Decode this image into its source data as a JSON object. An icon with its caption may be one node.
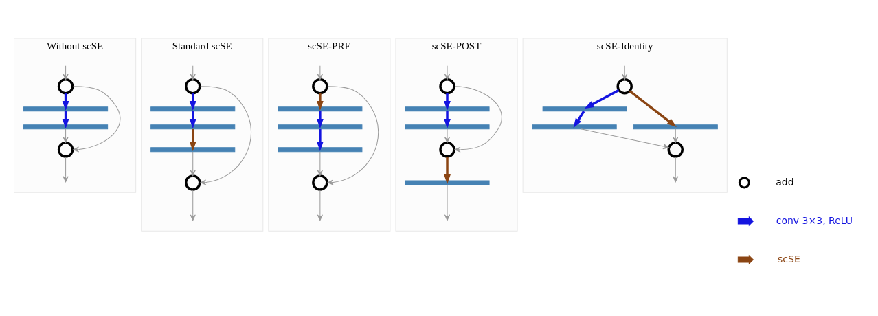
{
  "diagram": {
    "nodes": [
      {
        "text": [
          "Without scSE"
        ]
      },
      {
        "text": [],
        "shape": "circle",
        "in": 0
      },
      {
        "text": [],
        "shape": "bar",
        "in": 0
      },
      {
        "text": [],
        "shape": "bar",
        "in": 0
      },
      {
        "text": [],
        "shape": "circle",
        "in": 0
      },
      {
        "text": [
          "Standard scSE"
        ]
      },
      {
        "text": [],
        "shape": "circle",
        "in": 5
      },
      {
        "text": [],
        "shape": "bar",
        "in": 5
      },
      {
        "text": [],
        "shape": "bar",
        "in": 5
      },
      {
        "text": [],
        "shape": "bar",
        "in": 5
      },
      {
        "text": [],
        "shape": "circle",
        "in": 5
      },
      {
        "text": [
          "scSE-PRE"
        ]
      },
      {
        "text": [],
        "shape": "circle",
        "in": 11
      },
      {
        "text": [],
        "shape": "bar",
        "in": 11
      },
      {
        "text": [],
        "shape": "bar",
        "in": 11
      },
      {
        "text": [],
        "shape": "bar",
        "in": 11
      },
      {
        "text": [],
        "shape": "circle",
        "in": 11
      },
      {
        "text": [
          "scSE-POST"
        ]
      },
      {
        "text": [],
        "shape": "circle",
        "in": 17
      },
      {
        "text": [],
        "shape": "bar",
        "in": 17
      },
      {
        "text": [],
        "shape": "bar",
        "in": 17
      },
      {
        "text": [],
        "shape": "circle",
        "in": 17
      },
      {
        "text": [],
        "shape": "bar",
        "in": 17
      },
      {
        "text": [
          "scSE-Identity"
        ]
      },
      {
        "text": [],
        "shape": "circle",
        "in": 23
      },
      {
        "text": [],
        "shape": "bar",
        "in": 23
      },
      {
        "text": [],
        "shape": "bar",
        "in": 23
      },
      {
        "text": [],
        "shape": "bar",
        "in": 23
      },
      {
        "text": [],
        "shape": "circle",
        "in": 23
      }
    ],
    "edges": [
      {
        "from": null,
        "to": 1,
        "arrow": "to"
      },
      {
        "from": 1,
        "to": 2,
        "arrow": "to",
        "style": "thick",
        "color": "#1414e0"
      },
      {
        "from": 2,
        "to": 3,
        "arrow": "to",
        "style": "thick",
        "color": "#1414e0"
      },
      {
        "from": 3,
        "to": 4,
        "arrow": "to"
      },
      {
        "from": 1,
        "to": 4,
        "arrow": "to"
      },
      {
        "from": 4,
        "to": null,
        "arrow": "to"
      },
      {
        "from": null,
        "to": 6,
        "arrow": "to"
      },
      {
        "from": 6,
        "to": 7,
        "arrow": "to",
        "style": "thick",
        "color": "#1414e0"
      },
      {
        "from": 7,
        "to": 8,
        "arrow": "to",
        "style": "thick",
        "color": "#1414e0"
      },
      {
        "from": 8,
        "to": 9,
        "arrow": "to",
        "style": "thick",
        "color": "#8b4513"
      },
      {
        "from": 9,
        "to": 10,
        "arrow": "to"
      },
      {
        "from": 6,
        "to": 10,
        "arrow": "to"
      },
      {
        "from": 10,
        "to": null,
        "arrow": "to"
      },
      {
        "from": null,
        "to": 12,
        "arrow": "to"
      },
      {
        "from": 12,
        "to": 13,
        "arrow": "to",
        "style": "thick",
        "color": "#8b4513"
      },
      {
        "from": 13,
        "to": 14,
        "arrow": "to",
        "style": "thick",
        "color": "#1414e0"
      },
      {
        "from": 14,
        "to": 15,
        "arrow": "to",
        "style": "thick",
        "color": "#1414e0"
      },
      {
        "from": 15,
        "to": 16,
        "arrow": "to"
      },
      {
        "from": 12,
        "to": 16,
        "arrow": "to"
      },
      {
        "from": 16,
        "to": null,
        "arrow": "to"
      },
      {
        "from": null,
        "to": 18,
        "arrow": "to"
      },
      {
        "from": 18,
        "to": 19,
        "arrow": "to",
        "style": "thick",
        "color": "#1414e0"
      },
      {
        "from": 19,
        "to": 20,
        "arrow": "to",
        "style": "thick",
        "color": "#1414e0"
      },
      {
        "from": 20,
        "to": 21,
        "arrow": "to"
      },
      {
        "from": 18,
        "to": 21,
        "arrow": "to"
      },
      {
        "from": 21,
        "to": 22,
        "arrow": "to",
        "style": "thick",
        "color": "#8b4513"
      },
      {
        "from": 22,
        "to": null,
        "arrow": "to"
      },
      {
        "from": null,
        "to": 24,
        "arrow": "to"
      },
      {
        "from": 24,
        "to": 25,
        "arrow": "to",
        "style": "thick",
        "color": "#1414e0"
      },
      {
        "from": 25,
        "to": 26,
        "arrow": "to",
        "style": "thick",
        "color": "#1414e0"
      },
      {
        "from": 26,
        "to": 28,
        "arrow": "to"
      },
      {
        "from": 24,
        "to": 27,
        "arrow": "to",
        "style": "thick",
        "color": "#8b4513"
      },
      {
        "from": 27,
        "to": 28,
        "arrow": "to"
      },
      {
        "from": 28,
        "to": null,
        "arrow": "to"
      }
    ],
    "legend": [
      {
        "text": "add"
      },
      {
        "text": "conv 3×3, ReLU"
      },
      {
        "text": "scSE"
      }
    ]
  }
}
